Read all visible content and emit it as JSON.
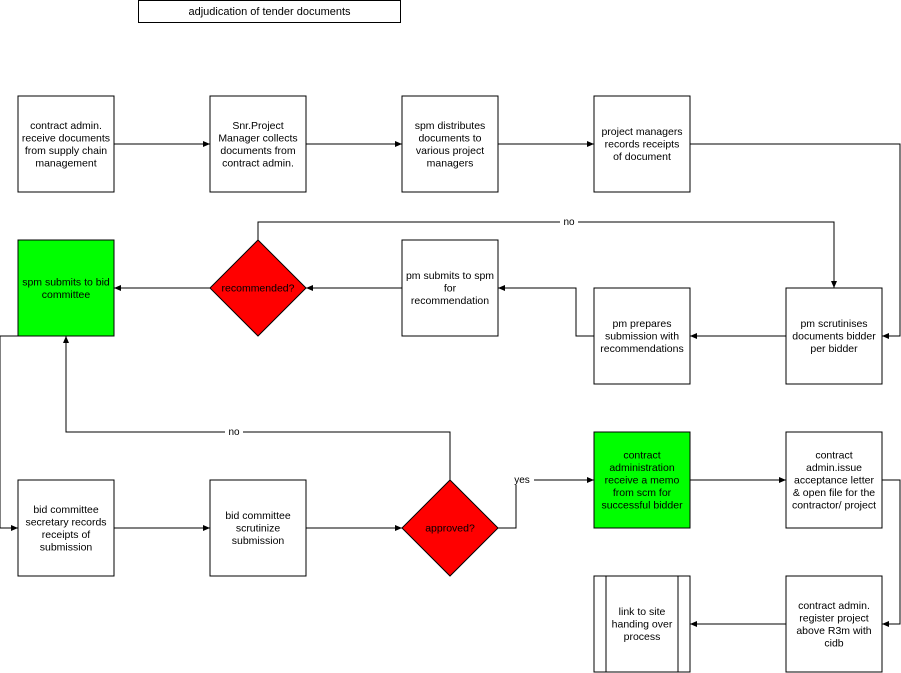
{
  "title": "adjudication of tender documents",
  "colors": {
    "green": "#00ff00",
    "red": "#ff0000",
    "stroke": "#000000"
  },
  "nodes": {
    "receive_docs": [
      "contract admin.",
      "receive documents",
      "from supply chain",
      "management"
    ],
    "snr_pm": [
      "Snr.Project",
      "Manager collects",
      "documents from",
      "contract admin."
    ],
    "spm_distributes": [
      "spm distributes",
      "documents to",
      "various project",
      "managers"
    ],
    "pm_records": [
      "project managers",
      "records  receipts",
      "of document"
    ],
    "spm_bid_committee": [
      "spm submits to bid",
      "committee"
    ],
    "recommended": [
      "recommended?"
    ],
    "pm_submits_spm": [
      "pm submits to spm",
      "for",
      "recommendation"
    ],
    "pm_prepares": [
      "pm prepares",
      "submission with",
      "recommendations"
    ],
    "pm_scrutinises": [
      "pm scrutinises",
      "documents bidder",
      "per bidder"
    ],
    "bid_secretary": [
      "bid committee",
      "secretary  records",
      "receipts of",
      "submission"
    ],
    "bid_scrutinize": [
      "bid committee",
      "scrutinize",
      "submission"
    ],
    "approved": [
      "approved?"
    ],
    "memo_scm": [
      "contract",
      "administration",
      "receive a memo",
      "from scm for",
      "successful bidder"
    ],
    "acceptance_letter": [
      "contract",
      "admin.issue",
      "acceptance letter",
      "& open file for the",
      "contractor/ project"
    ],
    "site_handing": [
      "link to site",
      "handing over",
      "process"
    ],
    "register_cidb": [
      "contract admin.",
      "register project",
      "above R3m with",
      "cidb"
    ]
  },
  "edge_labels": {
    "no_top": "no",
    "no_mid": "no",
    "yes": "yes"
  }
}
